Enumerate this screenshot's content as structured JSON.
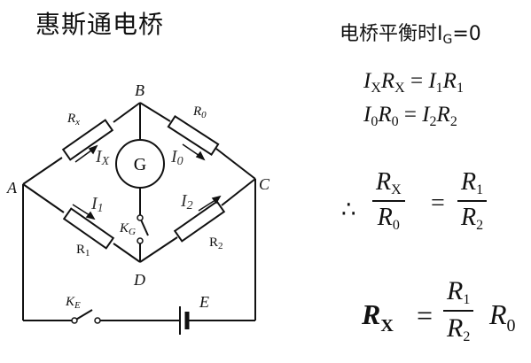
{
  "title": "惠斯通电桥",
  "nodes": {
    "A": "A",
    "B": "B",
    "C": "C",
    "D": "D",
    "E": "E"
  },
  "components": {
    "Rx": "R",
    "Rx_sub": "x",
    "R0": "R",
    "R0_sub": "0",
    "R1": "R",
    "R1_sub": "1",
    "R2": "R",
    "R2_sub": "2",
    "G": "G",
    "KG": "K",
    "KG_sub": "G",
    "KE": "K",
    "KE_sub": "E"
  },
  "currents": {
    "Ix": "I",
    "Ix_sub": "X",
    "I0": "I",
    "I0_sub": "0",
    "I1": "I",
    "I1_sub": "1",
    "I2": "I",
    "I2_sub": "2"
  },
  "equations": {
    "balance_text": "电桥平衡时I",
    "balance_sub": "G",
    "balance_rest": "=0",
    "eq1": {
      "a": "I",
      "a_sub": "X",
      "b": "R",
      "b_sub": "X",
      "eq": " = ",
      "c": "I",
      "c_sub": "1",
      "d": "R",
      "d_sub": "1"
    },
    "eq2": {
      "a": "I",
      "a_sub": "0",
      "b": "R",
      "b_sub": "0",
      "eq": " = ",
      "c": "I",
      "c_sub": "2",
      "d": "R",
      "d_sub": "2"
    },
    "therefore": "∴",
    "ratio": {
      "num_l": "R",
      "num_l_sub": "X",
      "den_l": "R",
      "den_l_sub": "0",
      "eq": "=",
      "num_r": "R",
      "num_r_sub": "1",
      "den_r": "R",
      "den_r_sub": "2"
    },
    "result": {
      "lhs": "R",
      "lhs_sub": "X",
      "eq": "=",
      "num": "R",
      "num_sub": "1",
      "den": "R",
      "den_sub": "2",
      "tail": "R",
      "tail_sub": "0"
    }
  }
}
